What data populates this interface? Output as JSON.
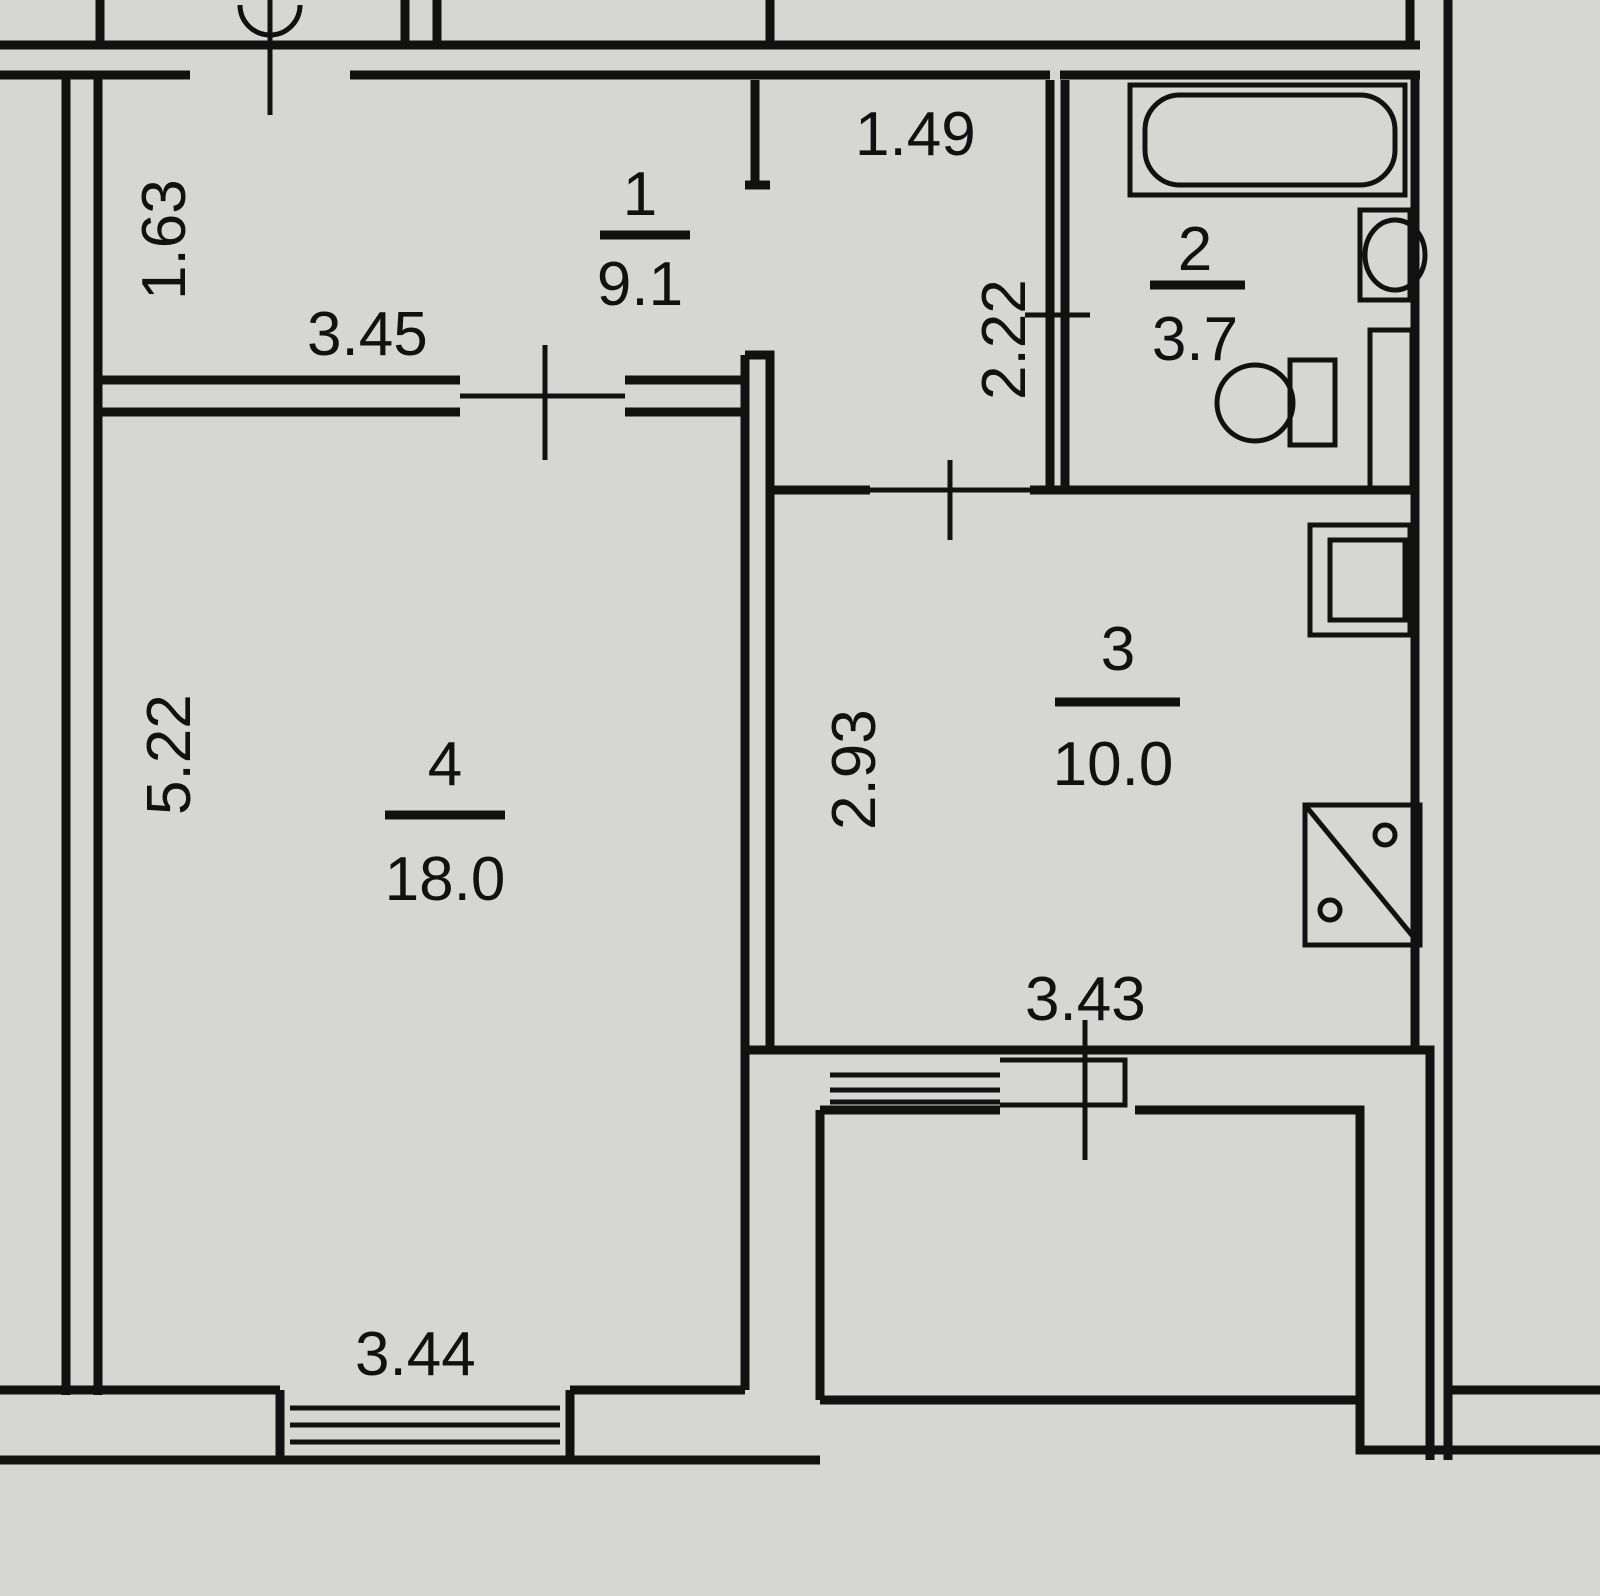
{
  "rooms": [
    {
      "number": "1",
      "area": "9.1"
    },
    {
      "number": "2",
      "area": "3.7"
    },
    {
      "number": "3",
      "area": "10.0"
    },
    {
      "number": "4",
      "area": "18.0"
    }
  ],
  "dimensions": {
    "hall_height": "1.63",
    "hall_width": "3.45",
    "hall_right_width": "1.49",
    "hall_right_height": "2.22",
    "room4_height": "5.22",
    "room4_width": "3.44",
    "kitchen_height": "2.93",
    "kitchen_width": "3.43"
  },
  "colors": {
    "background": "#d6d6d3",
    "walls": "#111111"
  }
}
